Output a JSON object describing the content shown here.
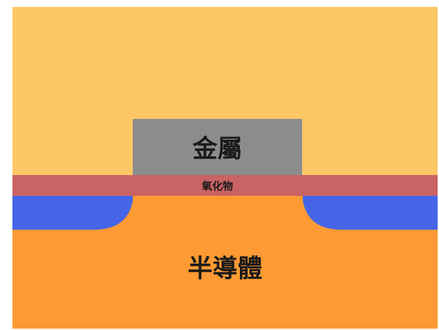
{
  "diagram": {
    "labels": {
      "metal": "金屬",
      "oxide": "氧化物",
      "semiconductor": "半導體"
    },
    "colors": {
      "background": "#ffffff",
      "insulator_top": "#fdc766",
      "metal_gate": "#8c8c8c",
      "oxide_layer": "#c96364",
      "source_drain": "#4565e6",
      "semiconductor": "#fd9a33"
    }
  }
}
